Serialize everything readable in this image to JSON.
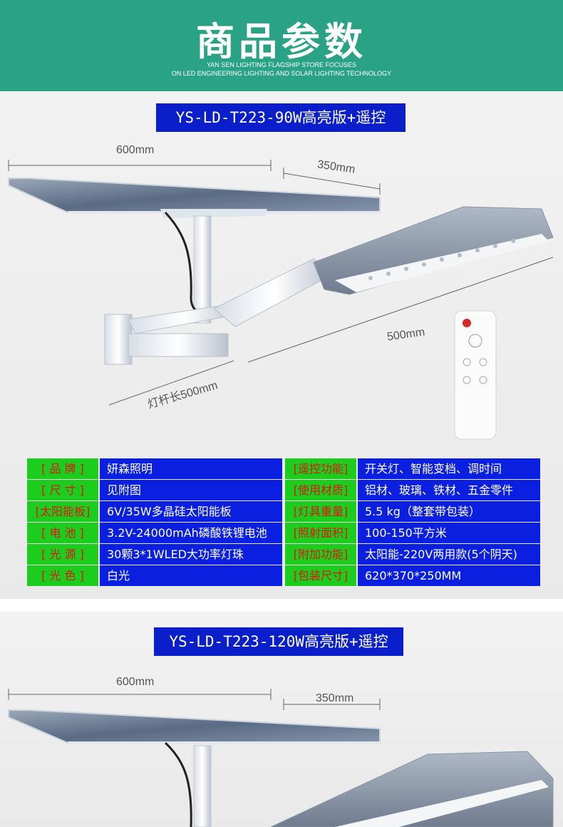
{
  "header": {
    "title": "商品参数",
    "subtitle_line1": "YAN SEN LIGHTING FLAGSHIP STORE FOCUSES",
    "subtitle_line2": "ON LED ENGINEERING LIGHTING AND SOLAR LIGHTING TECHNOLOGY"
  },
  "product1": {
    "model": "YS-LD-T223-90W高亮版+遥控",
    "dim_panel_width": "600mm",
    "dim_panel_depth": "350mm",
    "dim_lamp_length": "500mm",
    "dim_pole_length": "灯杆长500mm",
    "specs": [
      {
        "label": "[ 品  牌 ]",
        "value": "妍森照明",
        "label2": "[遥控功能]",
        "value2": "开关灯、智能变档、调时间"
      },
      {
        "label": "[ 尺  寸 ]",
        "value": "见附图",
        "label2": "[使用材质]",
        "value2": "铝材、玻璃、铁材、五金零件"
      },
      {
        "label": "[太阳能板]",
        "value": " 6V/35W多晶硅太阳能板",
        "label2": "[灯具重量]",
        "value2": "5.5 kg（整套带包装）"
      },
      {
        "label": "[ 电  池 ]",
        "value": "3.2V-24000mAh磷酸铁锂电池",
        "label2": "[照射面积]",
        "value2": "100-150平方米"
      },
      {
        "label": "[ 光  源 ]",
        "value": "30颗3*1WLED大功率灯珠",
        "label2": "[附加功能]",
        "value2": "太阳能-220V两用款(5个阴天)"
      },
      {
        "label": "[ 光  色 ]",
        "value": "白光",
        "label2": "[包装尺寸]",
        "value2": " 620*370*250MM"
      }
    ]
  },
  "product2": {
    "model": "YS-LD-T223-120W高亮版+遥控",
    "dim_panel_width": "600mm",
    "dim_panel_depth": "350mm"
  },
  "colors": {
    "header_bg": "#2aa385",
    "banner_bg": "#0a1fc9",
    "label_bg": "#1dcd1d",
    "label_text": "#e01414",
    "value_bg": "#0a1fe0"
  }
}
